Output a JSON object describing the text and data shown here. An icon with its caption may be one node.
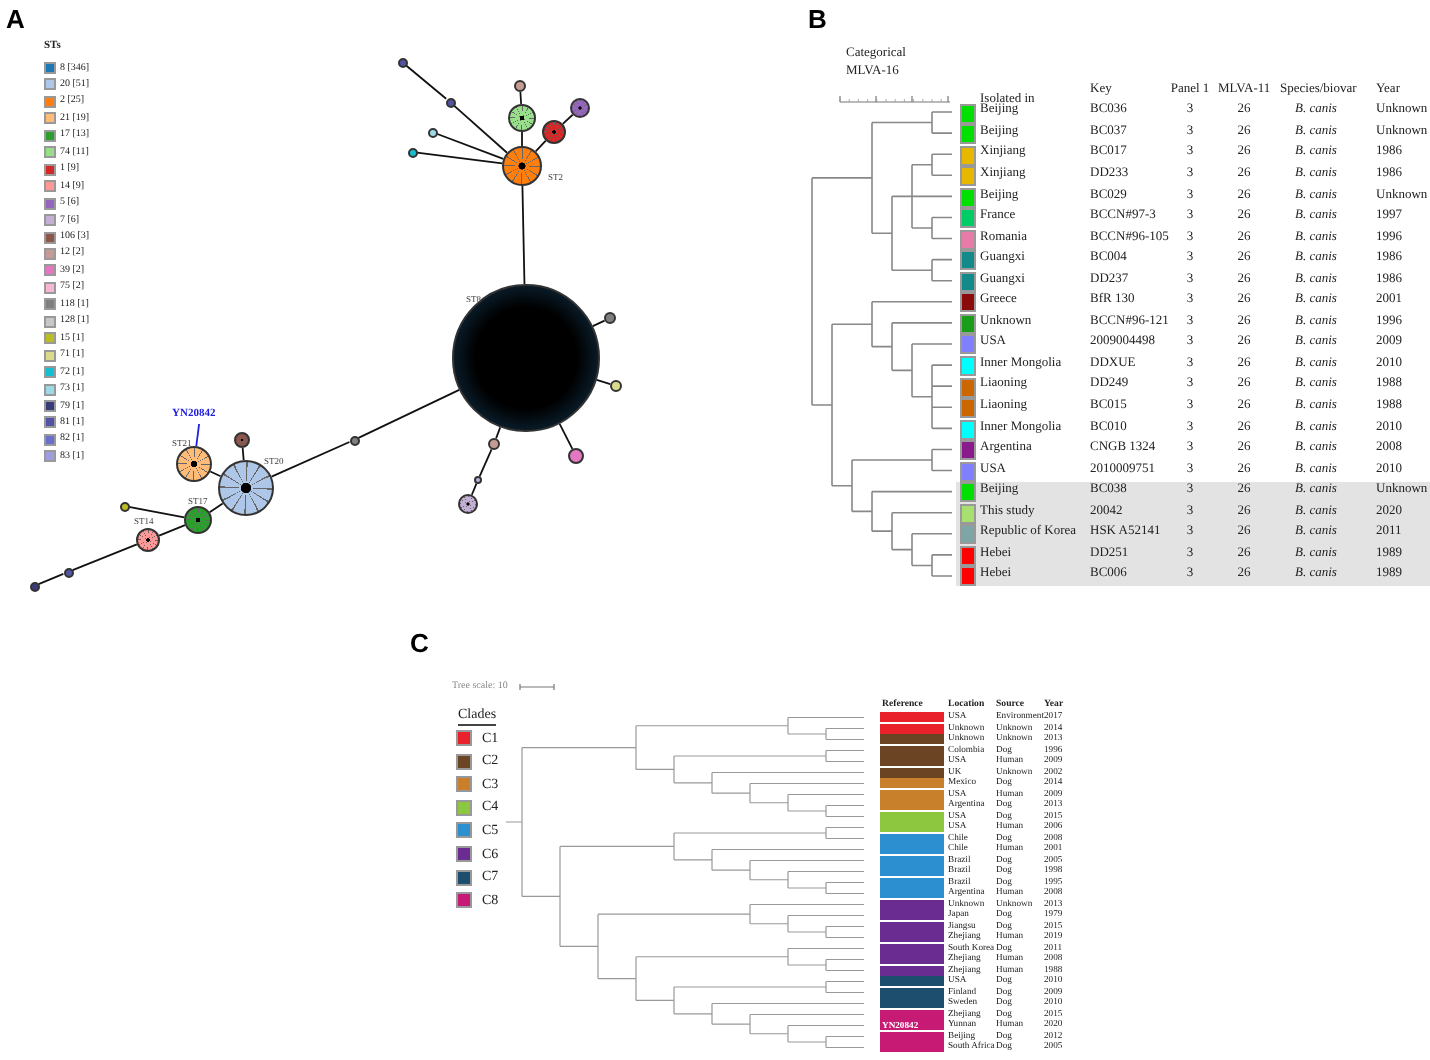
{
  "diagram": {
    "nodes": [
      {
        "text": [
          "ST8"
        ]
      },
      {
        "text": [
          "ST2"
        ]
      },
      {
        "text": [],
        "shape": "circle"
      },
      {
        "text": [],
        "shape": "circle"
      },
      {
        "text": [],
        "shape": "circle"
      },
      {
        "text": [],
        "shape": "circle"
      },
      {
        "text": [],
        "shape": "circle"
      },
      {
        "text": [],
        "shape": "circle"
      },
      {
        "text": [],
        "shape": "circle"
      },
      {
        "text": [],
        "shape": "circle"
      },
      {
        "text": [],
        "shape": "circle"
      },
      {
        "text": [],
        "shape": "circle"
      },
      {
        "text": [],
        "shape": "circle"
      },
      {
        "text": [],
        "shape": "circle"
      },
      {
        "text": [],
        "shape": "circle"
      },
      {
        "text": [],
        "shape": "circle"
      },
      {
        "text": [],
        "shape": "circle"
      },
      {
        "text": [
          "ST20"
        ]
      },
      {
        "text": [
          "YN20842"
        ]
      },
      {
        "text": [
          "ST21"
        ]
      },
      {
        "text": [],
        "shape": "circle"
      },
      {
        "text": [
          "ST17"
        ]
      },
      {
        "text": [],
        "shape": "circle"
      },
      {
        "text": [
          "ST14"
        ]
      },
      {
        "text": [],
        "shape": "circle"
      },
      {
        "text": [],
        "shape": "circle"
      }
    ],
    "edges": [
      {
        "from": 0,
        "to": 1,
        "arrow": "none"
      },
      {
        "from": 1,
        "to": 2,
        "arrow": "none"
      },
      {
        "from": 2,
        "to": 3,
        "arrow": "none"
      },
      {
        "from": 1,
        "to": 4,
        "arrow": "none"
      },
      {
        "from": 4,
        "to": 5,
        "arrow": "none"
      },
      {
        "from": 1,
        "to": 6,
        "arrow": "none"
      },
      {
        "from": 1,
        "to": 7,
        "arrow": "none"
      },
      {
        "from": 1,
        "to": 8,
        "arrow": "none"
      },
      {
        "from": 8,
        "to": 9,
        "arrow": "none"
      },
      {
        "from": 0,
        "to": 10,
        "arrow": "none"
      },
      {
        "from": 0,
        "to": 11,
        "arrow": "none"
      },
      {
        "from": 0,
        "to": 12,
        "arrow": "none"
      },
      {
        "from": 0,
        "to": 13,
        "arrow": "none"
      },
      {
        "from": 13,
        "to": 14,
        "arrow": "none"
      },
      {
        "from": 14,
        "to": 15,
        "arrow": "none"
      },
      {
        "from": 0,
        "to": 16,
        "arrow": "none"
      },
      {
        "from": 16,
        "to": 17,
        "arrow": "none"
      },
      {
        "from": 18,
        "to": 19,
        "arrow": "none",
        "color": "#2020e0"
      },
      {
        "from": 17,
        "to": 19,
        "arrow": "none"
      },
      {
        "from": 17,
        "to": 20,
        "arrow": "none"
      },
      {
        "from": 17,
        "to": 21,
        "arrow": "none"
      },
      {
        "from": 21,
        "to": 22,
        "arrow": "none"
      },
      {
        "from": 21,
        "to": 23,
        "arrow": "none"
      },
      {
        "from": 23,
        "to": 24,
        "arrow": "none"
      },
      {
        "from": 24,
        "to": 25,
        "arrow": "none"
      }
    ],
    "labels": [
      "A",
      "B",
      "C",
      "STs",
      "Categorical MLVA-16",
      "Isolated in",
      "Key",
      "Panel 1",
      "MLVA-11",
      "Species/biovar",
      "Year",
      "Beijing",
      "BC036",
      "3",
      "26",
      "B. canis",
      "Unknown",
      "Beijing",
      "BC037",
      "3",
      "26",
      "B. canis",
      "Unknown",
      "Xinjiang",
      "BC017",
      "3",
      "26",
      "B. canis",
      "1986",
      "Xinjiang",
      "DD233",
      "3",
      "26",
      "B. canis",
      "1986",
      "Beijing",
      "BC029",
      "3",
      "26",
      "B. canis",
      "Unknown",
      "France",
      "BCCN#97-3",
      "3",
      "26",
      "B. canis",
      "1997",
      "Romania",
      "BCCN#96-105",
      "3",
      "26",
      "B. canis",
      "1996",
      "Guangxi",
      "BC004",
      "3",
      "26",
      "B. canis",
      "1986",
      "Guangxi",
      "DD237",
      "3",
      "26",
      "B. canis",
      "1986",
      "Greece",
      "BfR 130",
      "3",
      "26",
      "B. canis",
      "2001",
      "Unknown",
      "BCCN#96-121",
      "3",
      "26",
      "B. canis",
      "1996",
      "USA",
      "2009004498",
      "3",
      "26",
      "B. canis",
      "2009",
      "Inner Mongolia",
      "DDXUE",
      "3",
      "26",
      "B. canis",
      "2010",
      "Liaoning",
      "DD249",
      "3",
      "26",
      "B. canis",
      "1988",
      "Liaoning",
      "BC015",
      "3",
      "26",
      "B. canis",
      "1988",
      "Inner Mongolia",
      "BC010",
      "3",
      "26",
      "B. canis",
      "2010",
      "Argentina",
      "CNGB 1324",
      "3",
      "26",
      "B. canis",
      "2008",
      "USA",
      "2010009751",
      "3",
      "26",
      "B. canis",
      "2010",
      "Beijing",
      "BC038",
      "3",
      "26",
      "B. canis",
      "Unknown",
      "This study",
      "20042",
      "3",
      "26",
      "B. canis",
      "2020",
      "Republic of Korea",
      "HSK A52141",
      "3",
      "26",
      "B. canis",
      "2011",
      "Hebei",
      "DD251",
      "3",
      "26",
      "B. canis",
      "1989",
      "Hebei",
      "BC006",
      "3",
      "26",
      "B. canis",
      "1989",
      "Tree scale: 10",
      "Clades",
      "Reference",
      "Location",
      "Source",
      "Year",
      "USA",
      "Environment",
      "2017",
      "Unknown",
      "Unknown",
      "2014",
      "Unknown",
      "Unknown",
      "2013",
      "Colombia",
      "Dog",
      "1996",
      "USA",
      "Human",
      "2009",
      "UK",
      "Unknown",
      "2002",
      "Mexico",
      "Dog",
      "2014",
      "USA",
      "Human",
      "2009",
      "Argentina",
      "Dog",
      "2013",
      "USA",
      "Dog",
      "2015",
      "USA",
      "Human",
      "2006",
      "Chile",
      "Dog",
      "2008",
      "Chile",
      "Human",
      "2001",
      "Brazil",
      "Dog",
      "2005",
      "Brazil",
      "Dog",
      "1998",
      "Brazil",
      "Dog",
      "1995",
      "Argentina",
      "Human",
      "2008",
      "Unknown",
      "Unknown",
      "2013",
      "Japan",
      "Dog",
      "1979",
      "Jiangsu",
      "Dog",
      "2015",
      "Zhejiang",
      "Human",
      "2019",
      "South Korea",
      "Dog",
      "2011",
      "Zhejiang",
      "Human",
      "2008",
      "Zhejiang",
      "Human",
      "1988",
      "USA",
      "Dog",
      "2010",
      "Finland",
      "Dog",
      "2009",
      "Sweden",
      "Dog",
      "2010",
      "Zhejiang",
      "Dog",
      "2015",
      "YN20842",
      "Yunnan",
      "Human",
      "2020",
      "Beijing",
      "Dog",
      "2012",
      "South Africa",
      "Dog",
      "2005"
    ],
    "legend": [
      {
        "text": "8 [346]",
        "color": "#1f77b4"
      },
      {
        "text": "20 [51]",
        "color": "#aec7e8"
      },
      {
        "text": "2 [25]",
        "color": "#ff7f0e"
      },
      {
        "text": "21 [19]",
        "color": "#ffbb78"
      },
      {
        "text": "17 [13]",
        "color": "#2ca02c"
      },
      {
        "text": "74 [11]",
        "color": "#98df8a"
      },
      {
        "text": "1 [9]",
        "color": "#d62728"
      },
      {
        "text": "14 [9]",
        "color": "#ff9896"
      },
      {
        "text": "5 [6]",
        "color": "#9467bd"
      },
      {
        "text": "7 [6]",
        "color": "#c5b0d5"
      },
      {
        "text": "106 [3]",
        "color": "#8c564b"
      },
      {
        "text": "12 [2]",
        "color": "#c49c94"
      },
      {
        "text": "39 [2]",
        "color": "#e377c2"
      },
      {
        "text": "75 [2]",
        "color": "#f7b6d2"
      },
      {
        "text": "118 [1]",
        "color": "#7f7f7f"
      },
      {
        "text": "128 [1]",
        "color": "#c7c7c7"
      },
      {
        "text": "15 [1]",
        "color": "#bcbd22"
      },
      {
        "text": "71 [1]",
        "color": "#dbdb8d"
      },
      {
        "text": "72 [1]",
        "color": "#17becf"
      },
      {
        "text": "73 [1]",
        "color": "#9edae5"
      },
      {
        "text": "79 [1]",
        "color": "#393b79"
      },
      {
        "text": "81 [1]",
        "color": "#5254a3"
      },
      {
        "text": "82 [1]",
        "color": "#6b6ecf"
      },
      {
        "text": "83 [1]",
        "color": "#9c9ede"
      },
      {
        "text": "C1",
        "color": "#e8212a"
      },
      {
        "text": "C2",
        "color": "#6b4423"
      },
      {
        "text": "C3",
        "color": "#c8812a"
      },
      {
        "text": "C4",
        "color": "#8dc63f"
      },
      {
        "text": "C5",
        "color": "#2b8fd0"
      },
      {
        "text": "C6",
        "color": "#6a2c91"
      },
      {
        "text": "C7",
        "color": "#1d4e6e"
      },
      {
        "text": "C8",
        "color": "#c71a74"
      }
    ]
  }
}
